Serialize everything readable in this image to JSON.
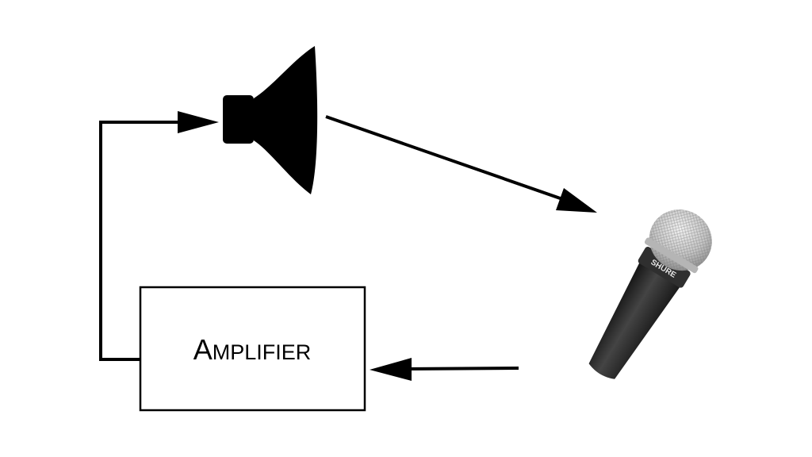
{
  "amplifier": {
    "label_initial": "A",
    "label_rest": "MPLIFIER"
  },
  "microphone": {
    "brand": "SHURE"
  },
  "colors": {
    "stroke": "#000000",
    "background": "#ffffff",
    "mic_body": "#2b2b2b",
    "mic_grille": "#c9c9c9"
  },
  "icons": {
    "speaker": "loudspeaker-icon",
    "microphone": "microphone-icon"
  }
}
